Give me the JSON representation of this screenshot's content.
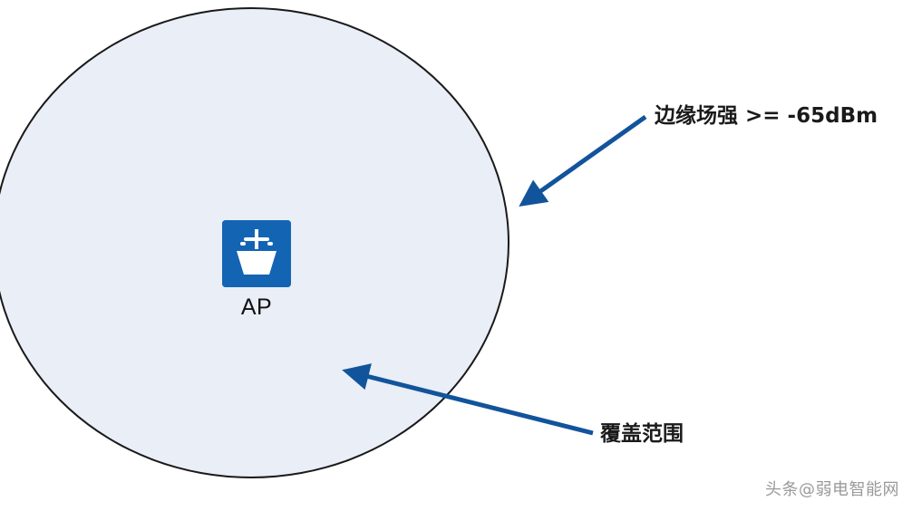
{
  "diagram": {
    "ap": {
      "icon": "wireless-access-point-icon",
      "label": "AP"
    },
    "coverage": {
      "shape": "circle",
      "fill_color": "#e9eef7",
      "stroke_color": "#1a1a1a"
    },
    "annotations": [
      {
        "id": "edge-signal-strength",
        "text": "边缘场强 >= -65dBm",
        "arrow_color": "#12549b"
      },
      {
        "id": "coverage-area",
        "text": "覆盖范围",
        "arrow_color": "#12549b"
      }
    ]
  },
  "watermark": {
    "text": "头条@弱电智能网"
  }
}
